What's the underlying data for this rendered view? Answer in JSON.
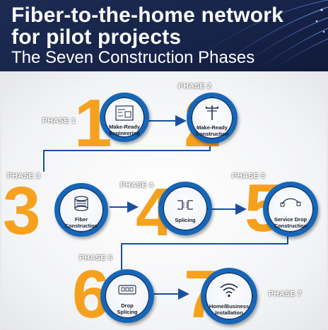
{
  "header": {
    "title_line1": "Fiber-to-the-home network",
    "title_line2": "for pilot projects",
    "subtitle": "The Seven Construction Phases"
  },
  "colors": {
    "accent_orange": "#f6a11e",
    "ring_blue": "#1566b8",
    "connector_blue": "#1a4fa0",
    "header_navy": "#1a2750"
  },
  "phases": [
    {
      "phase_label": "PHASE 1",
      "number": "1",
      "label_line1": "Make-Ready",
      "label_line2": "Engineering",
      "icon": "blueprint-icon"
    },
    {
      "phase_label": "PHASE 2",
      "number": "2",
      "label_line1": "Make-Ready",
      "label_line2": "Construction",
      "icon": "utility-pole-icon"
    },
    {
      "phase_label": "PHASE 3",
      "number": "3",
      "label_line1": "Fiber",
      "label_line2": "Construction",
      "icon": "cable-spool-icon"
    },
    {
      "phase_label": "PHASE 4",
      "number": "4",
      "label_line1": "Splicing",
      "label_line2": "",
      "icon": "splice-icon"
    },
    {
      "phase_label": "PHASE 5",
      "number": "5",
      "label_line1": "Service Drop",
      "label_line2": "Construction",
      "icon": "drop-cable-icon"
    },
    {
      "phase_label": "PHASE 6",
      "number": "6",
      "label_line1": "Drop",
      "label_line2": "Splicing",
      "icon": "splice-tray-icon"
    },
    {
      "phase_label": "PHASE 7",
      "number": "7",
      "label_line1": "Home/Business",
      "label_line2": "Installation",
      "icon": "wifi-icon"
    }
  ]
}
